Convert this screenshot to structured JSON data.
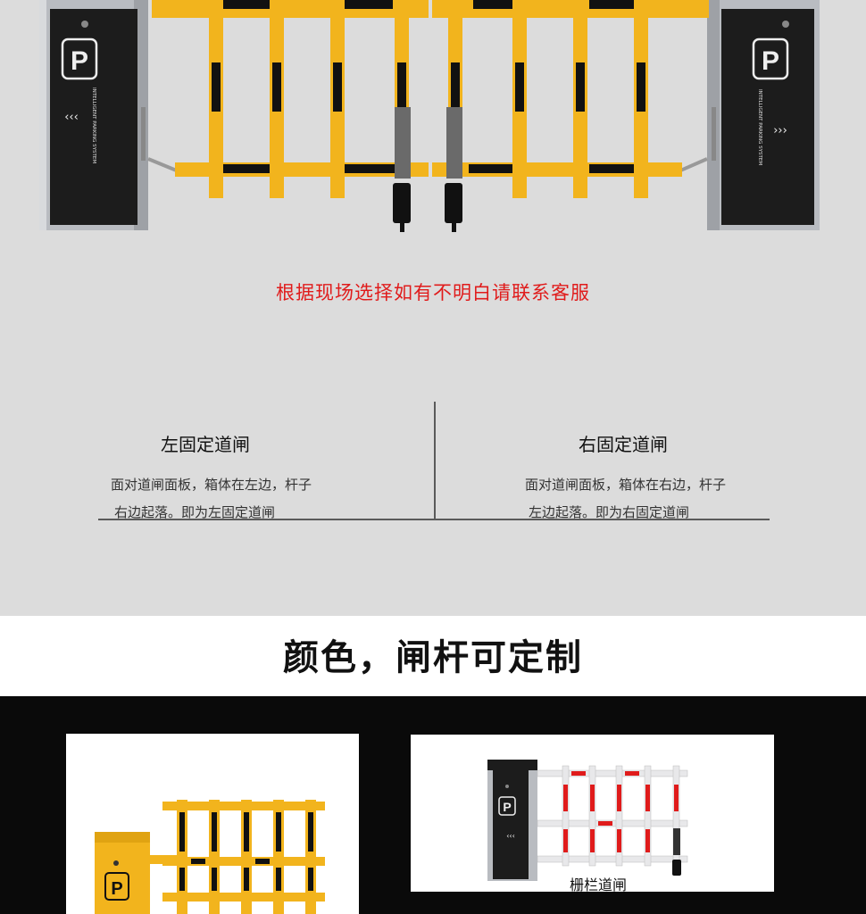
{
  "hero": {
    "cabinet_text": "INTELLIGENT PARKING SYSTEM",
    "parking_symbol": "P",
    "colors": {
      "arm": "#f2b41d",
      "stripe": "#111111",
      "cabinet_panel": "#1c1c1c",
      "cabinet_body": "#b9bcc1"
    }
  },
  "notice": {
    "text": "根据现场选择如有不明白请联系客服",
    "color": "#e01b1b"
  },
  "compare": {
    "left": {
      "title": "左固定道闸",
      "desc_line1": "面对道闸面板，箱体在左边，杆子",
      "desc_line2": "右边起落。即为左固定道闸"
    },
    "right": {
      "title": "右固定道闸",
      "desc_line1": "面对道闸面板，箱体在右边，杆子",
      "desc_line2": "左边起落。即为右固定道闸"
    }
  },
  "banner": {
    "title": "颜色，闸杆可定制"
  },
  "products": [
    {
      "name": "yellow-barrier",
      "colors": {
        "arm": "#f2b41d",
        "stripe": "#111111"
      }
    },
    {
      "name": "red-white-barrier",
      "caption": "栅栏道闸",
      "colors": {
        "arm": "#e8e8ea",
        "stripe": "#e01b1b"
      }
    }
  ]
}
